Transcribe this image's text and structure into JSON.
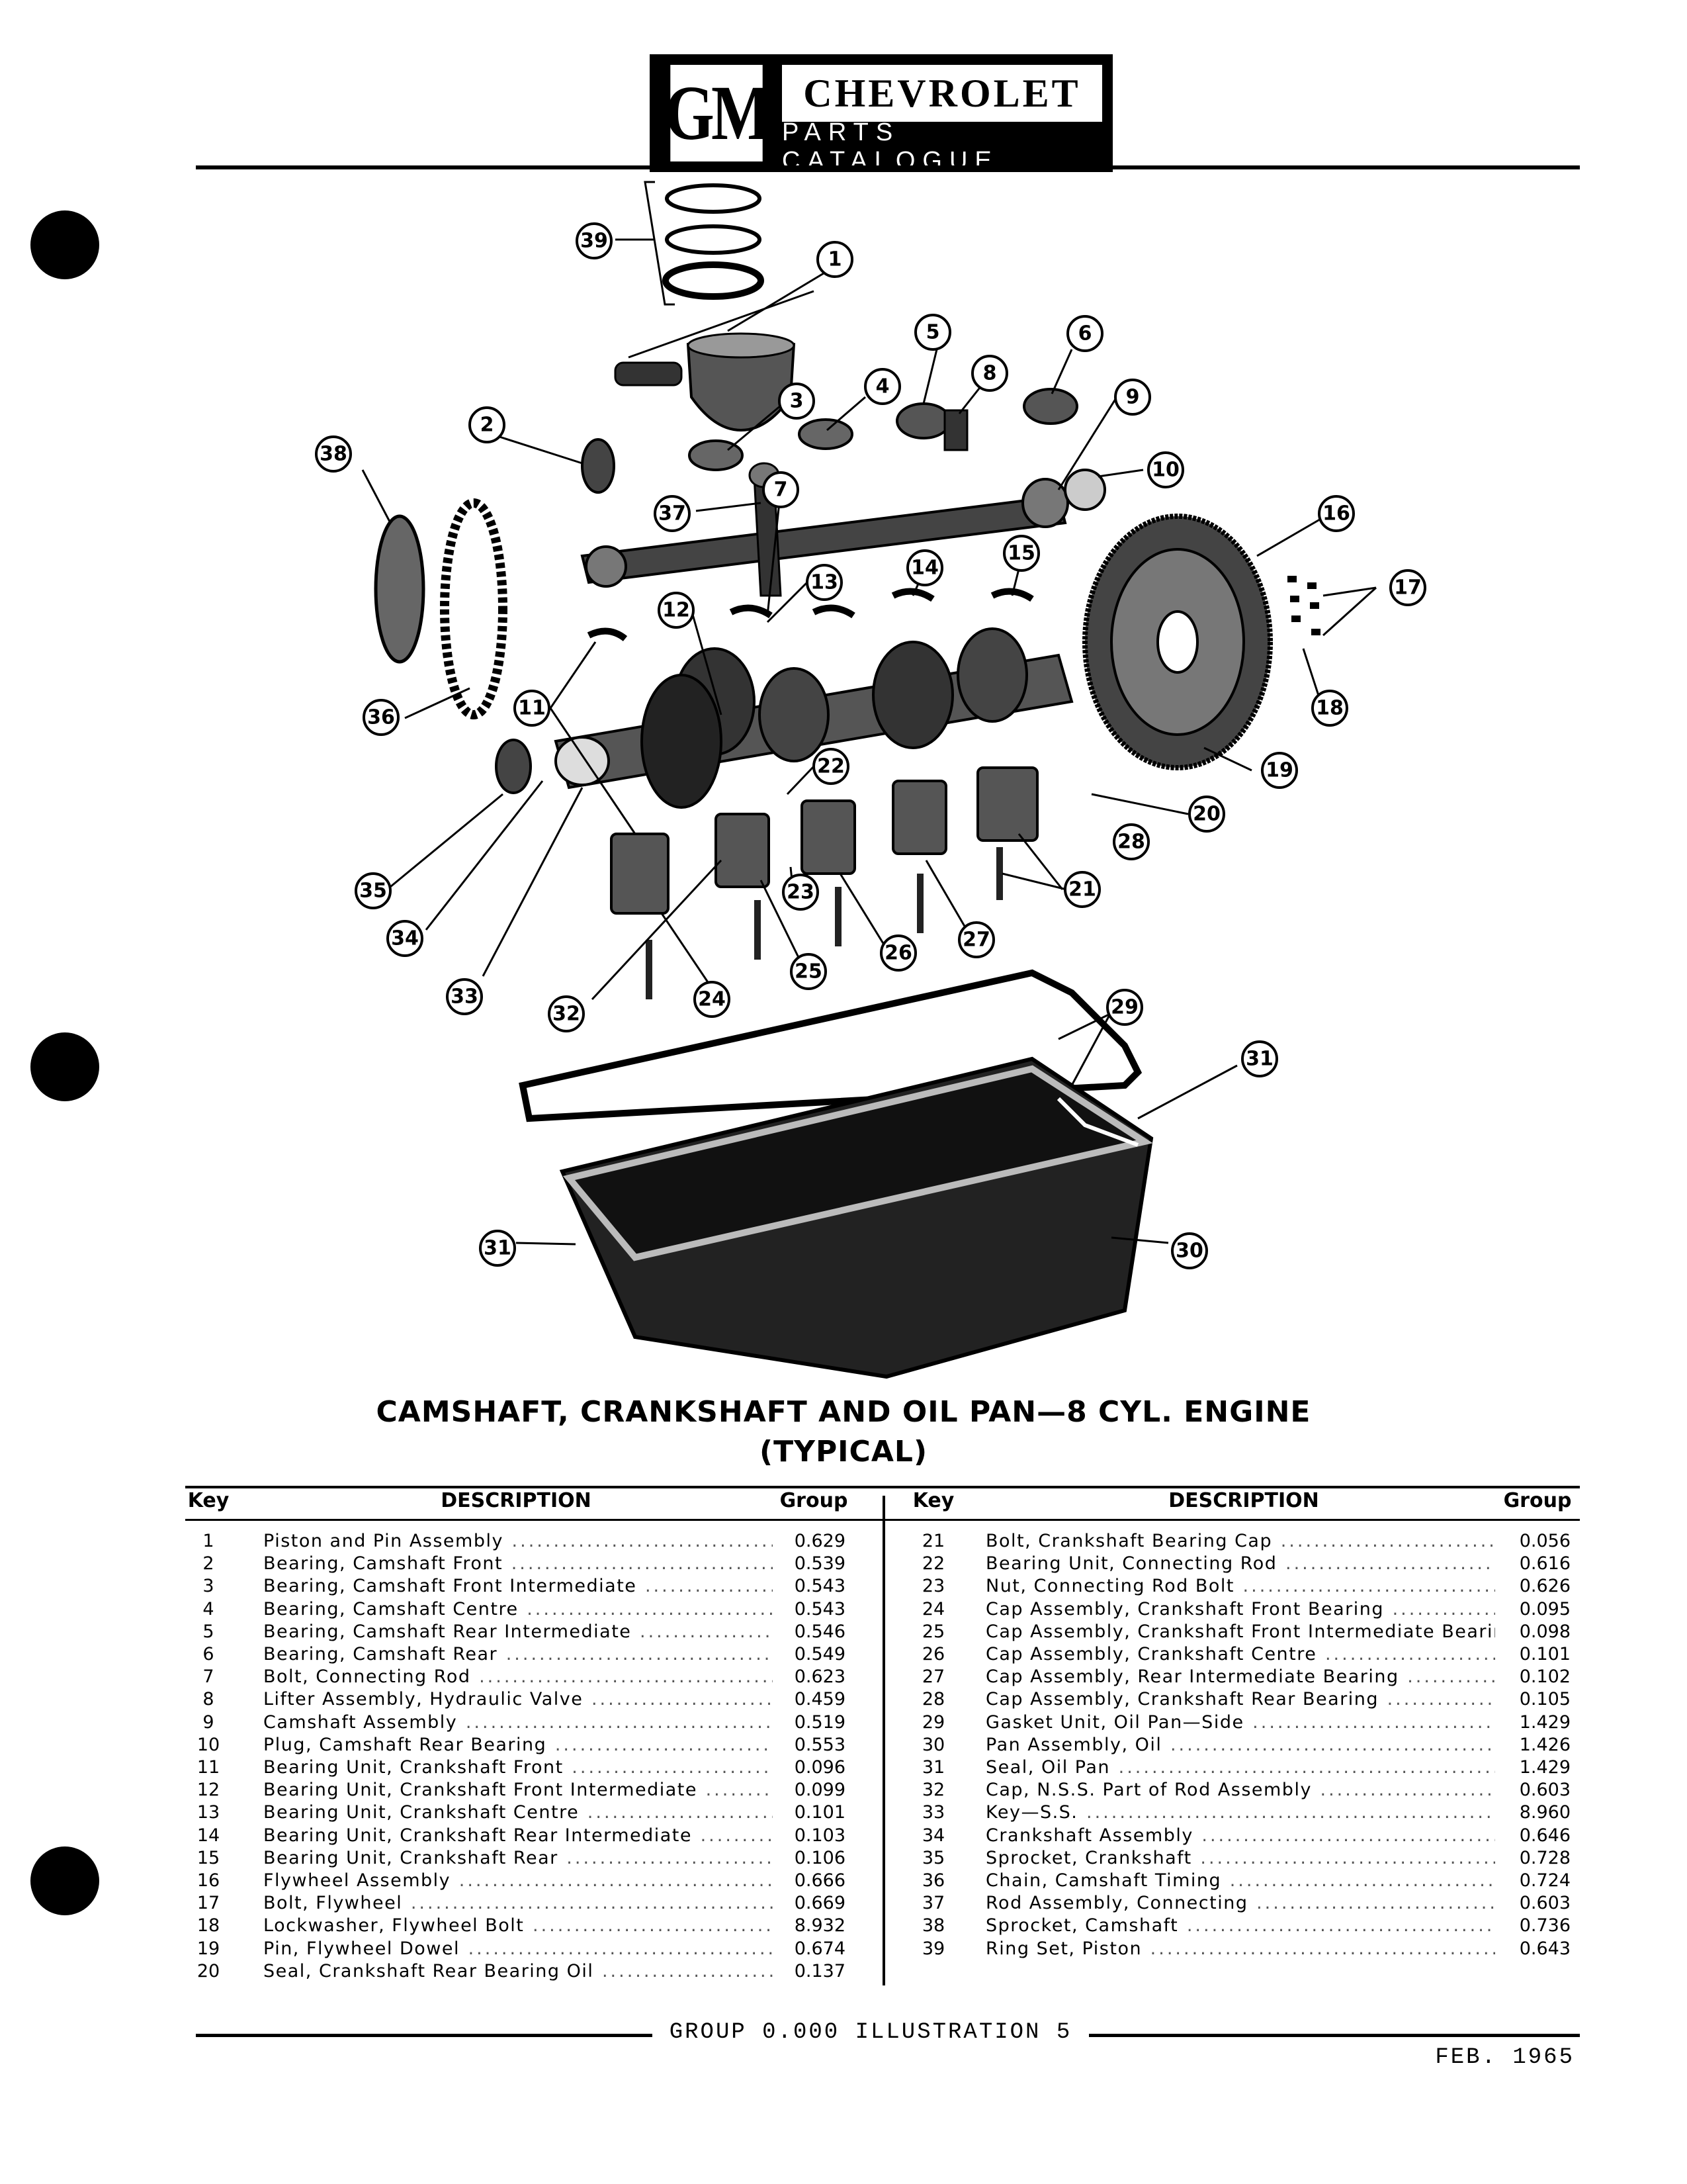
{
  "header": {
    "logo_gm": "GM",
    "brand": "CHEVROLET",
    "subtitle": "PARTS CATALOGUE"
  },
  "title": {
    "line1": "CAMSHAFT, CRANKSHAFT AND OIL PAN—8 CYL. ENGINE",
    "line2": "(TYPICAL)"
  },
  "table": {
    "col_key": "Key",
    "col_desc": "DESCRIPTION",
    "col_group": "Group",
    "left_rows": [
      {
        "key": "1",
        "desc": "Piston and Pin Assembly",
        "group": "0.629"
      },
      {
        "key": "2",
        "desc": "Bearing, Camshaft Front",
        "group": "0.539"
      },
      {
        "key": "3",
        "desc": "Bearing, Camshaft Front Intermediate",
        "group": "0.543"
      },
      {
        "key": "4",
        "desc": "Bearing, Camshaft Centre",
        "group": "0.543"
      },
      {
        "key": "5",
        "desc": "Bearing, Camshaft Rear Intermediate",
        "group": "0.546"
      },
      {
        "key": "6",
        "desc": "Bearing, Camshaft Rear",
        "group": "0.549"
      },
      {
        "key": "7",
        "desc": "Bolt, Connecting Rod",
        "group": "0.623"
      },
      {
        "key": "8",
        "desc": "Lifter Assembly, Hydraulic Valve",
        "group": "0.459"
      },
      {
        "key": "9",
        "desc": "Camshaft Assembly",
        "group": "0.519"
      },
      {
        "key": "10",
        "desc": "Plug, Camshaft Rear Bearing",
        "group": "0.553"
      },
      {
        "key": "11",
        "desc": "Bearing Unit, Crankshaft Front",
        "group": "0.096"
      },
      {
        "key": "12",
        "desc": "Bearing Unit, Crankshaft Front Intermediate",
        "group": "0.099"
      },
      {
        "key": "13",
        "desc": "Bearing Unit, Crankshaft Centre",
        "group": "0.101"
      },
      {
        "key": "14",
        "desc": "Bearing Unit, Crankshaft Rear Intermediate",
        "group": "0.103"
      },
      {
        "key": "15",
        "desc": "Bearing Unit, Crankshaft Rear",
        "group": "0.106"
      },
      {
        "key": "16",
        "desc": "Flywheel Assembly",
        "group": "0.666"
      },
      {
        "key": "17",
        "desc": "Bolt, Flywheel",
        "group": "0.669"
      },
      {
        "key": "18",
        "desc": "Lockwasher, Flywheel Bolt",
        "group": "8.932"
      },
      {
        "key": "19",
        "desc": "Pin, Flywheel Dowel",
        "group": "0.674"
      },
      {
        "key": "20",
        "desc": "Seal, Crankshaft Rear Bearing Oil",
        "group": "0.137"
      }
    ],
    "right_rows": [
      {
        "key": "21",
        "desc": "Bolt, Crankshaft Bearing Cap",
        "group": "0.056"
      },
      {
        "key": "22",
        "desc": "Bearing Unit, Connecting Rod",
        "group": "0.616"
      },
      {
        "key": "23",
        "desc": "Nut, Connecting Rod Bolt",
        "group": "0.626"
      },
      {
        "key": "24",
        "desc": "Cap Assembly, Crankshaft Front Bearing",
        "group": "0.095"
      },
      {
        "key": "25",
        "desc": "Cap Assembly, Crankshaft Front Intermediate Bearing",
        "group": "0.098"
      },
      {
        "key": "26",
        "desc": "Cap Assembly, Crankshaft Centre",
        "group": "0.101"
      },
      {
        "key": "27",
        "desc": "Cap Assembly, Rear Intermediate Bearing",
        "group": "0.102"
      },
      {
        "key": "28",
        "desc": "Cap Assembly, Crankshaft Rear Bearing",
        "group": "0.105"
      },
      {
        "key": "29",
        "desc": "Gasket Unit, Oil Pan—Side",
        "group": "1.429"
      },
      {
        "key": "30",
        "desc": "Pan Assembly, Oil",
        "group": "1.426"
      },
      {
        "key": "31",
        "desc": "Seal, Oil Pan",
        "group": "1.429"
      },
      {
        "key": "32",
        "desc": "Cap, N.S.S. Part of Rod Assembly",
        "group": "0.603"
      },
      {
        "key": "33",
        "desc": "Key—S.S.",
        "group": "8.960"
      },
      {
        "key": "34",
        "desc": "Crankshaft Assembly",
        "group": "0.646"
      },
      {
        "key": "35",
        "desc": "Sprocket, Crankshaft",
        "group": "0.728"
      },
      {
        "key": "36",
        "desc": "Chain, Camshaft Timing",
        "group": "0.724"
      },
      {
        "key": "37",
        "desc": "Rod Assembly, Connecting",
        "group": "0.603"
      },
      {
        "key": "38",
        "desc": "Sprocket, Camshaft",
        "group": "0.736"
      },
      {
        "key": "39",
        "desc": "Ring Set, Piston",
        "group": "0.643"
      }
    ]
  },
  "callouts": [
    "1",
    "2",
    "3",
    "4",
    "5",
    "6",
    "7",
    "8",
    "9",
    "10",
    "11",
    "12",
    "13",
    "14",
    "15",
    "16",
    "17",
    "18",
    "19",
    "20",
    "21",
    "22",
    "23",
    "24",
    "25",
    "26",
    "27",
    "28",
    "29",
    "30",
    "31",
    "31",
    "32",
    "33",
    "34",
    "35",
    "36",
    "37",
    "38",
    "39"
  ],
  "footer": {
    "text": "GROUP 0.000 ILLUSTRATION 5",
    "date": "FEB. 1965"
  }
}
